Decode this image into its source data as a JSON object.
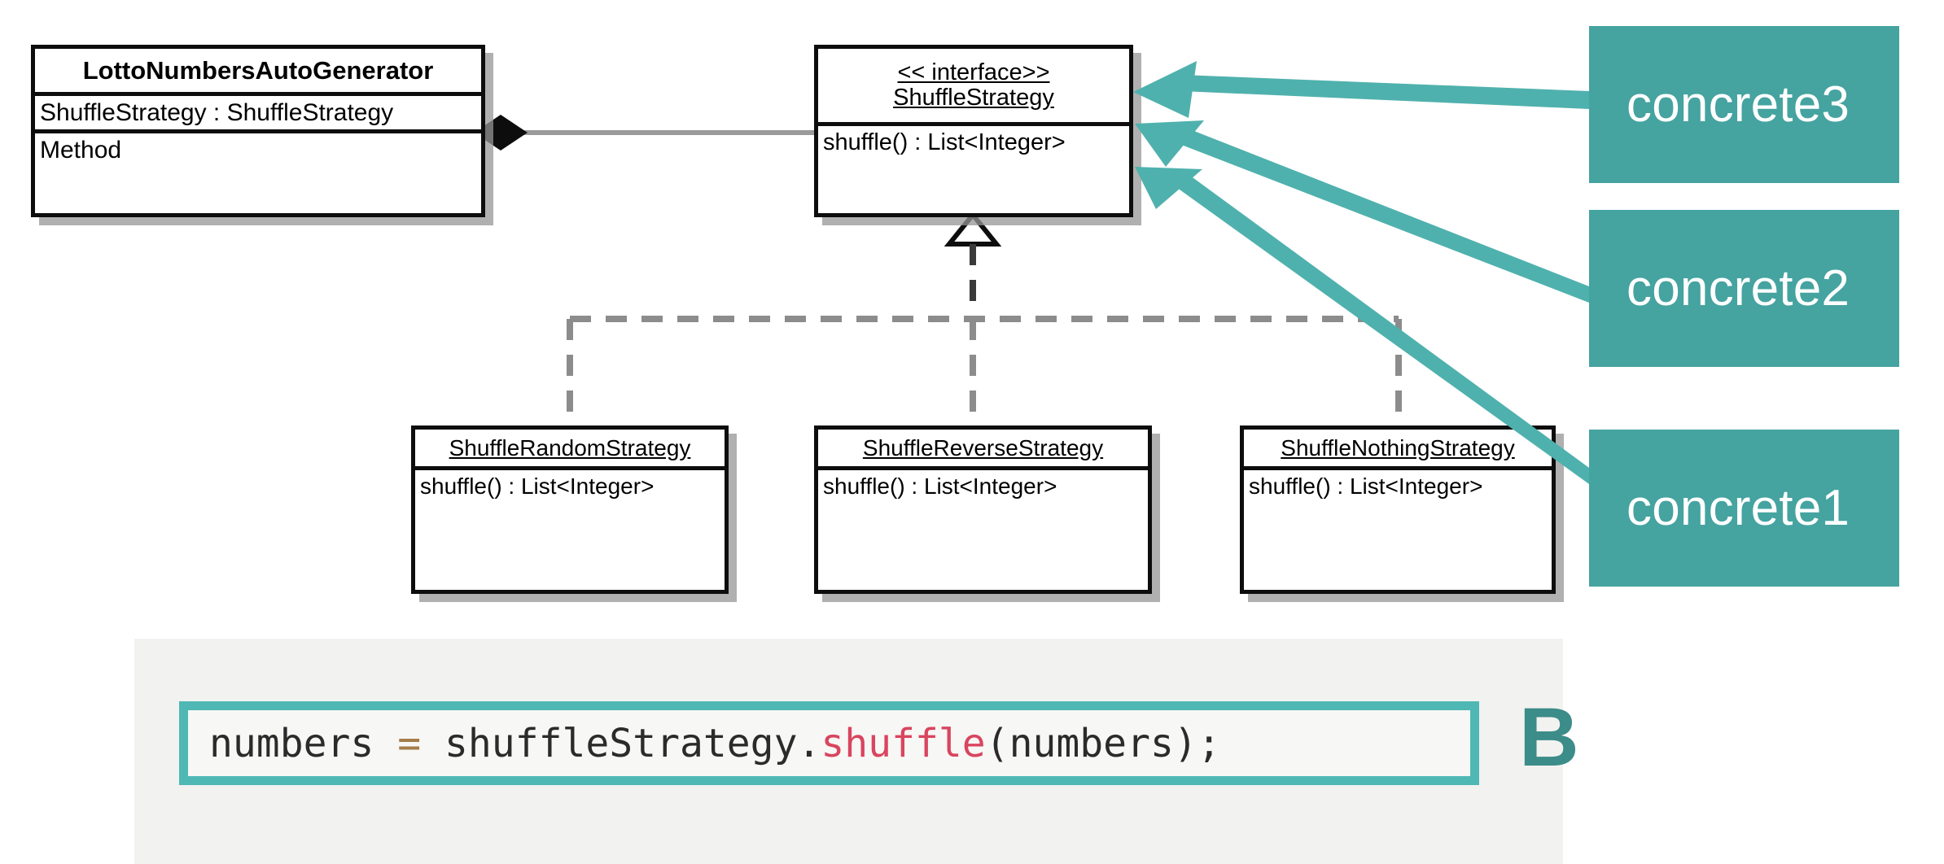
{
  "diagram": {
    "type": "uml-class-diagram",
    "classes": [
      {
        "id": "generator",
        "name": "LottoNumbersAutoGenerator",
        "stereotype": "",
        "attributes": "ShuffleStrategy : ShuffleStrategy",
        "methods": "Method"
      },
      {
        "id": "interface",
        "stereotype": "<< interface>>",
        "name": "ShuffleStrategy",
        "methods": "shuffle() : List<Integer>"
      },
      {
        "id": "random",
        "name": "ShuffleRandomStrategy",
        "methods": "shuffle() : List<Integer>"
      },
      {
        "id": "reverse",
        "name": "ShuffleReverseStrategy",
        "methods": "shuffle() : List<Integer>"
      },
      {
        "id": "nothing",
        "name": "ShuffleNothingStrategy",
        "methods": "shuffle() : List<Integer>"
      }
    ],
    "relations": [
      {
        "kind": "composition",
        "from": "generator",
        "to": "interface"
      },
      {
        "kind": "realization",
        "from": "random",
        "to": "interface"
      },
      {
        "kind": "realization",
        "from": "reverse",
        "to": "interface"
      },
      {
        "kind": "realization",
        "from": "nothing",
        "to": "interface"
      }
    ]
  },
  "callouts": [
    {
      "id": "concrete3",
      "label": "concrete3"
    },
    {
      "id": "concrete2",
      "label": "concrete2"
    },
    {
      "id": "concrete1",
      "label": "concrete1"
    }
  ],
  "code_panel": {
    "marker": "B",
    "code": {
      "pre": "numbers ",
      "eq": "=",
      "mid": " shuffleStrategy.",
      "fn": "shuffle",
      "post": "(numbers);"
    }
  },
  "colors": {
    "teal": "#45A3A0",
    "teal_light": "#4FB8B4",
    "teal_dark": "#3C8C89",
    "code_bg": "#F7F7F5",
    "panel_bg": "#F2F2F0",
    "operator": "#A57C4A",
    "function": "#D9455F",
    "stroke": "#0d0d0d",
    "dashed": "#8c8c8c"
  }
}
